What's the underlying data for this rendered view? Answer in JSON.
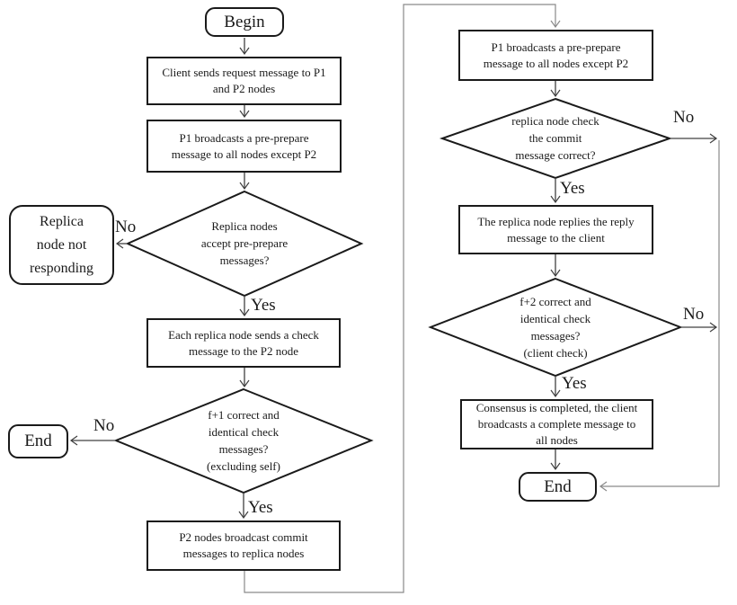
{
  "nodes": {
    "begin": "Begin",
    "client_request": "Client sends request message to P1\nand P2 nodes",
    "p1_broadcast_left": "P1 broadcasts a pre-prepare\nmessage to all nodes except P2",
    "replica_accept_decision": "Replica nodes\naccept pre-prepare\nmessages?",
    "replica_not_responding": "Replica\nnode not\nresponding",
    "send_check": "Each replica node sends a check\nmessage to the P2 node",
    "f1_decision": "f+1 correct and\nidentical check\nmessages?\n(excluding self)",
    "end_left": "End",
    "p2_commit": "P2 nodes broadcast commit\nmessages to replica nodes",
    "p1_broadcast_right": "P1 broadcasts a pre-prepare\nmessage to all nodes except P2",
    "commit_check_decision": "replica node check\nthe commit\nmessage correct?",
    "reply_client": "The replica node replies the reply\nmessage to the client",
    "f2_decision": "f+2 correct and\nidentical check\nmessages?\n(client check)",
    "consensus_complete": "Consensus is completed, the client\nbroadcasts a complete message to\nall nodes",
    "end_right": "End"
  },
  "labels": {
    "yes": "Yes",
    "no": "No"
  },
  "colors": {
    "shape_border": "#1a1a1a",
    "arrow": "#404040",
    "connector": "#8a8a8a",
    "background": "#ffffff"
  }
}
